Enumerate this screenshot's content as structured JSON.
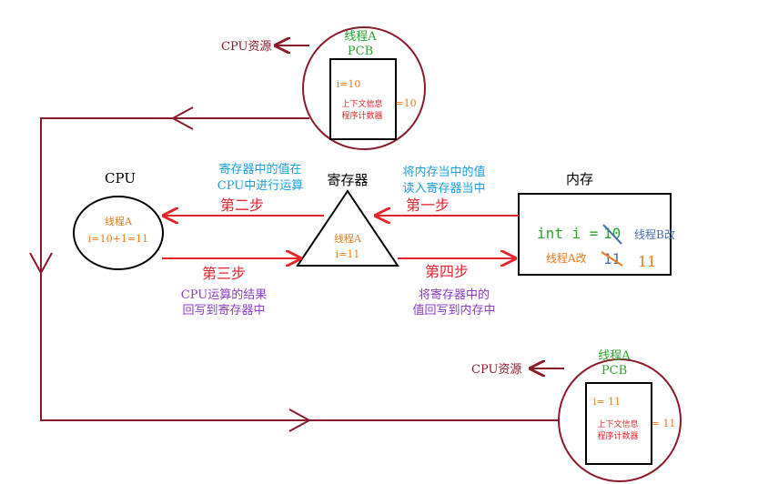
{
  "colors": {
    "dark_red": "#8b1a2b",
    "bright_red": "#e5232b",
    "green": "#2aa52a",
    "orange": "#f07a1a",
    "blue": "#1a9fe0",
    "purple": "#8c3cc8",
    "steel_blue": "#4a6fb0",
    "black": "#000000"
  },
  "pcb_top": {
    "thread_label": "线程A",
    "pcb_label": "PCB",
    "i_value": "i=10",
    "context_line1": "上下文信息",
    "context_line2": "程序计数器",
    "context_value": "=10",
    "cpu_resource": "CPU资源"
  },
  "pcb_bottom": {
    "thread_label": "线程A",
    "pcb_label": "PCB",
    "i_value": "i= 11",
    "context_line1": "上下文信息",
    "context_line2": "程序计数器",
    "context_value": "= 11",
    "cpu_resource": "CPU资源"
  },
  "cpu": {
    "title": "CPU",
    "thread": "线程A",
    "expr": "i=10+1=11"
  },
  "register": {
    "title": "寄存器",
    "thread": "线程A",
    "value": "i=11"
  },
  "memory": {
    "title": "内存",
    "code": "int i = ",
    "old_value": "10",
    "thread_b_note": "线程B改",
    "thread_a_note": "线程A改",
    "value_strike": "11",
    "new_value": "11"
  },
  "steps": {
    "step1": "第一步",
    "step2": "第二步",
    "step3": "第三步",
    "step4": "第四步",
    "step1_desc_line1": "将内存当中的值",
    "step1_desc_line2": "读入寄存器当中",
    "step2_desc_line1": "寄存器中的值在",
    "step2_desc_line2": "CPU中进行运算",
    "step3_desc_line1": "CPU运算的结果",
    "step3_desc_line2": "回写到寄存器中",
    "step4_desc_line1": "将寄存器中的",
    "step4_desc_line2": "值回写到内存中"
  }
}
